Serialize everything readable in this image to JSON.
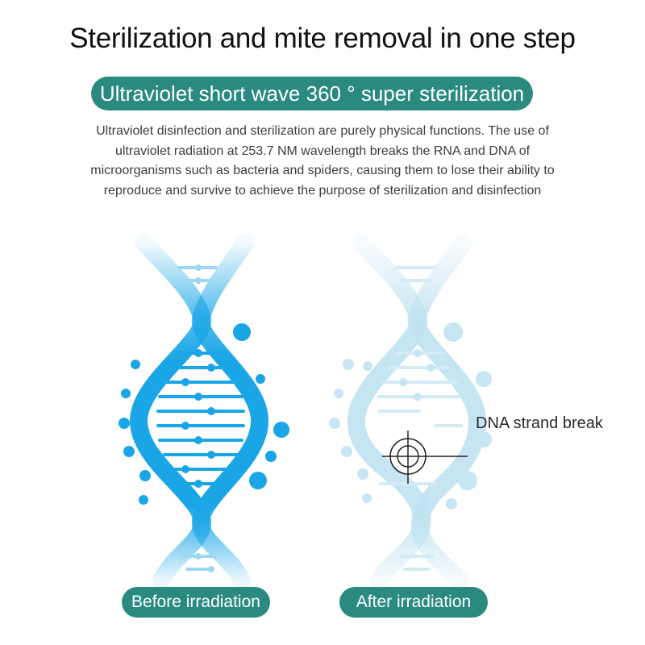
{
  "headline": "Sterilization and mite removal in one step",
  "subheading": "Ultraviolet short wave 360 ° super sterilization",
  "description_lines": [
    "Ultraviolet disinfection and sterilization are purely physical functions. The use of",
    "ultraviolet radiation at 253.7 NM wavelength breaks the RNA and DNA of",
    "microorganisms such as bacteria and spiders, causing them to lose their ability to",
    "reproduce and survive to achieve the purpose of sterilization and disinfection"
  ],
  "before_label": "Before irradiation",
  "after_label": "After irradiation",
  "annotation": "DNA strand break",
  "colors": {
    "accent": "#2b8a80",
    "dna_blue": "#1aa6e6",
    "dna_faded": "#c7e6f3",
    "text": "#111111"
  },
  "icons": [
    "dna-helix-icon",
    "crosshair-icon"
  ]
}
